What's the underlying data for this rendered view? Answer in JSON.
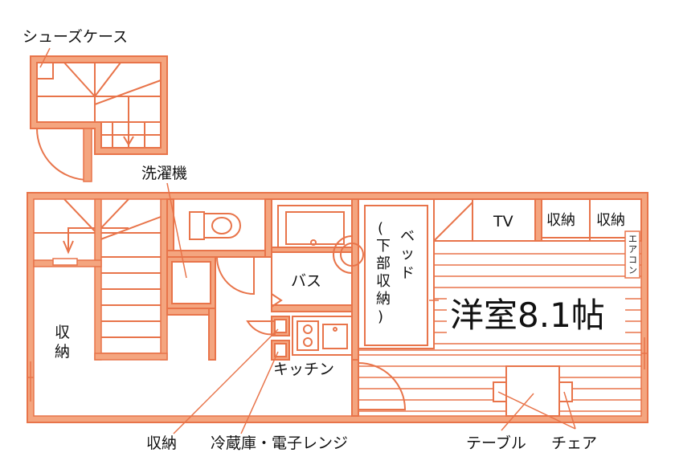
{
  "colors": {
    "wall": "#e8744a",
    "wall_fill": "#f4a57f",
    "line": "#e8744a",
    "text": "#111111",
    "background": "#ffffff"
  },
  "labels": {
    "shoe_case": "シューズケース",
    "washing_machine": "洗濯機",
    "bath": "バス",
    "bed": [
      "ベ",
      "ッ",
      "ド",
      "(",
      "下",
      "部",
      "収",
      "納",
      ")"
    ],
    "tv": "TV",
    "storage_1": "収納",
    "storage_2": "収納",
    "aircon": [
      "エ",
      "ア",
      "コ",
      "ン"
    ],
    "room": "洋室8.1帖",
    "storage_left": [
      "収",
      "納"
    ],
    "kitchen": "キッチン",
    "storage_bottom": "収納",
    "fridge_microwave": "冷蔵庫・電子レンジ",
    "table": "テーブル",
    "chair": "チェア"
  }
}
